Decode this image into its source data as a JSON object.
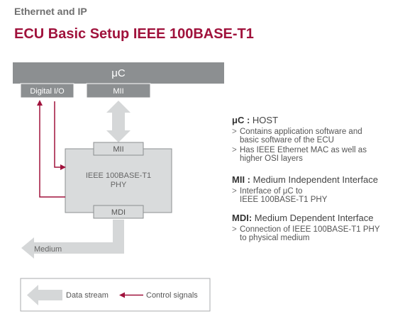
{
  "section_label": "Ethernet and IP",
  "title": "ECU Basic Setup IEEE 100BASE-T1",
  "diagram": {
    "uc_label": "μC",
    "digital_io_label": "Digital I/O",
    "mii_top_label": "MII",
    "mii_phy_label": "MII",
    "phy_label_line1": "IEEE 100BASE-T1",
    "phy_label_line2": "PHY",
    "mdi_label": "MDI",
    "medium_label": "Medium"
  },
  "legend": {
    "data_stream": "Data stream",
    "control_signals": "Control signals"
  },
  "info": {
    "uc": {
      "term": "μC :",
      "desc": "HOST",
      "items": [
        [
          "Contains application software and",
          "basic software of the ECU"
        ],
        [
          "Has IEEE Ethernet MAC as well as",
          "higher OSI layers"
        ]
      ]
    },
    "mii": {
      "term": "MII :",
      "desc": "Medium Independent Interface",
      "items": [
        [
          "Interface of μC to",
          "IEEE 100BASE-T1 PHY"
        ]
      ]
    },
    "mdi": {
      "term": "MDI:",
      "desc": "Medium Dependent Interface",
      "items": [
        [
          "Connection of IEEE 100BASE-T1 PHY",
          "to physical medium"
        ]
      ]
    }
  },
  "colors": {
    "accent": "#a0123c",
    "uc_bar": "#8c8f91",
    "box_fill": "#d9dbdc",
    "arrow_fill": "#d5d7d8"
  }
}
